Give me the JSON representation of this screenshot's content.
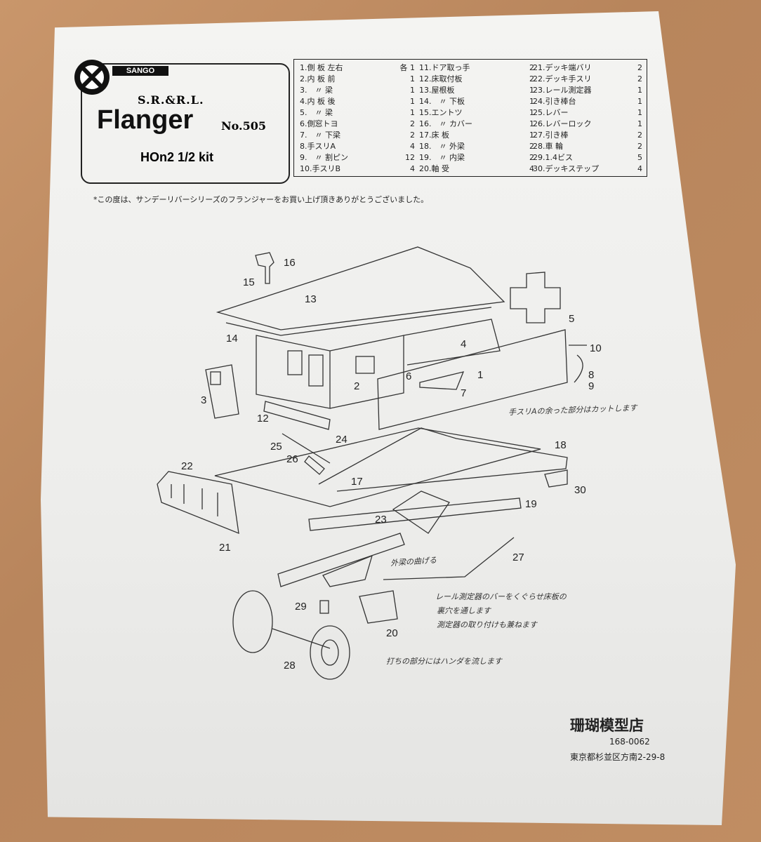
{
  "header": {
    "brand": "SANGO",
    "series": "S.R.&R.L.",
    "model": "Flanger",
    "model_no": "No.505",
    "scale": "HOn2 1/2 kit"
  },
  "parts_columns": [
    [
      {
        "name": "1.側 板 左右",
        "qty": "各 1"
      },
      {
        "name": "2.内 板 前",
        "qty": "1"
      },
      {
        "name": "3.　〃 梁",
        "qty": "1"
      },
      {
        "name": "4.内 板 後",
        "qty": "1"
      },
      {
        "name": "5.　〃 梁",
        "qty": "1"
      },
      {
        "name": "6.側窓トヨ",
        "qty": "2"
      },
      {
        "name": "7.　〃 下梁",
        "qty": "2"
      },
      {
        "name": "8.手スリA",
        "qty": "4"
      },
      {
        "name": "9.　〃 割ピン",
        "qty": "12"
      },
      {
        "name": "10.手スリB",
        "qty": "4"
      }
    ],
    [
      {
        "name": "11.ドア取っ手",
        "qty": "2"
      },
      {
        "name": "12.床取付板",
        "qty": "2"
      },
      {
        "name": "13.屋根板",
        "qty": "1"
      },
      {
        "name": "14.　〃 下板",
        "qty": "1"
      },
      {
        "name": "15.エントツ",
        "qty": "1"
      },
      {
        "name": "16.　〃 カバー",
        "qty": "1"
      },
      {
        "name": "17.床 板",
        "qty": "1"
      },
      {
        "name": "18.　〃 外梁",
        "qty": "2"
      },
      {
        "name": "19.　〃 内梁",
        "qty": "2"
      },
      {
        "name": "20.軸 受",
        "qty": "4"
      }
    ],
    [
      {
        "name": "21.デッキ端バリ",
        "qty": "2"
      },
      {
        "name": "22.デッキ手スリ",
        "qty": "2"
      },
      {
        "name": "23.レール測定器",
        "qty": "1"
      },
      {
        "name": "24.引き棒台",
        "qty": "1"
      },
      {
        "name": "25.レバー",
        "qty": "1"
      },
      {
        "name": "26.レバーロック",
        "qty": "1"
      },
      {
        "name": "27.引き棒",
        "qty": "2"
      },
      {
        "name": "28.車 輪",
        "qty": "2"
      },
      {
        "name": "29.1.4ビス",
        "qty": "5"
      },
      {
        "name": "30.デッキステップ",
        "qty": "4"
      }
    ]
  ],
  "intro": "*この度は、サンデーリバーシリーズのフランジャーをお買い上げ頂きありがとうございました。",
  "callouts": [
    "16",
    "15",
    "13",
    "5",
    "14",
    "4",
    "10",
    "3",
    "2",
    "6",
    "1",
    "7",
    "8",
    "9",
    "12",
    "25",
    "24",
    "26",
    "18",
    "22",
    "17",
    "30",
    "19",
    "23",
    "21",
    "27",
    "29",
    "20",
    "28"
  ],
  "notes": {
    "handrail": "手スリAの余った部分はカットします",
    "outer_beam": "外梁の曲げる",
    "rail_gauge_1": "レール測定器のバーをくぐらせ床板の",
    "rail_gauge_2": "裏穴を通します",
    "rail_gauge_3": "測定器の取り付けも兼ねます",
    "solder": "打ちの部分にはハンダを流します"
  },
  "footer": {
    "maker": "珊瑚模型店",
    "zip": "168-0062",
    "address": "東京都杉並区方南2-29-8"
  }
}
